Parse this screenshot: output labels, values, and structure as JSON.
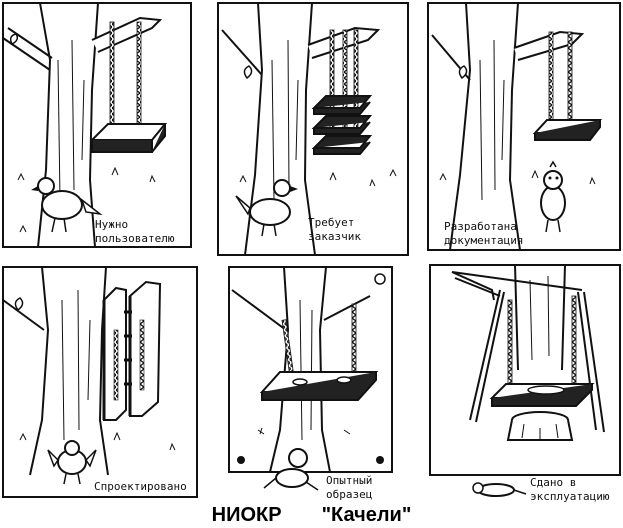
{
  "title": "НИОКР",
  "subtitle": "\"Качели\"",
  "panels": [
    {
      "caption_lines": [
        "Нужно",
        "пользователю"
      ]
    },
    {
      "caption_lines": [
        "Требует",
        "заказчик"
      ]
    },
    {
      "caption_lines": [
        "Разработана",
        "документация"
      ]
    },
    {
      "caption_lines": [
        "Спроектировано"
      ]
    },
    {
      "caption_lines": [
        "Опытный",
        "образец"
      ]
    },
    {
      "caption_lines": [
        "Сдано в",
        "эксплуатацию"
      ]
    }
  ]
}
